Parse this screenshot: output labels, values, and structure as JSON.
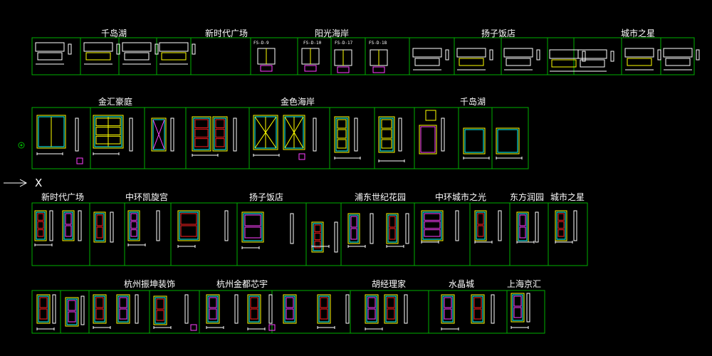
{
  "colors": {
    "background": "#000000",
    "frame": "#00b000",
    "door_outer": "#ffff00",
    "door_inner": "#00ffff",
    "accent_red": "#ff2020",
    "accent_magenta": "#ff40ff",
    "accent_white": "#ffffff",
    "accent_blue": "#3060ff"
  },
  "ucs": {
    "x_label": "X"
  },
  "rows": [
    {
      "labels": [
        "千岛湖",
        "新时代广场",
        "阳光海岸",
        "扬子饭店",
        "城市之星"
      ],
      "codes": [
        "FS-D-9",
        "FS-D-10",
        "FS-D-17",
        "FS-D-18"
      ]
    },
    {
      "labels": [
        "金汇豪庭",
        "金色海岸",
        "千岛湖"
      ]
    },
    {
      "labels": [
        "新时代广场",
        "中环凯旋宫",
        "扬子饭店",
        "浦东世纪花园",
        "中环城市之光",
        "东方润园",
        "城市之星"
      ]
    },
    {
      "labels": [
        "杭州振坤装饰",
        "杭州金都芯宇",
        "胡经理家",
        "水晶城",
        "上海京汇"
      ]
    }
  ]
}
